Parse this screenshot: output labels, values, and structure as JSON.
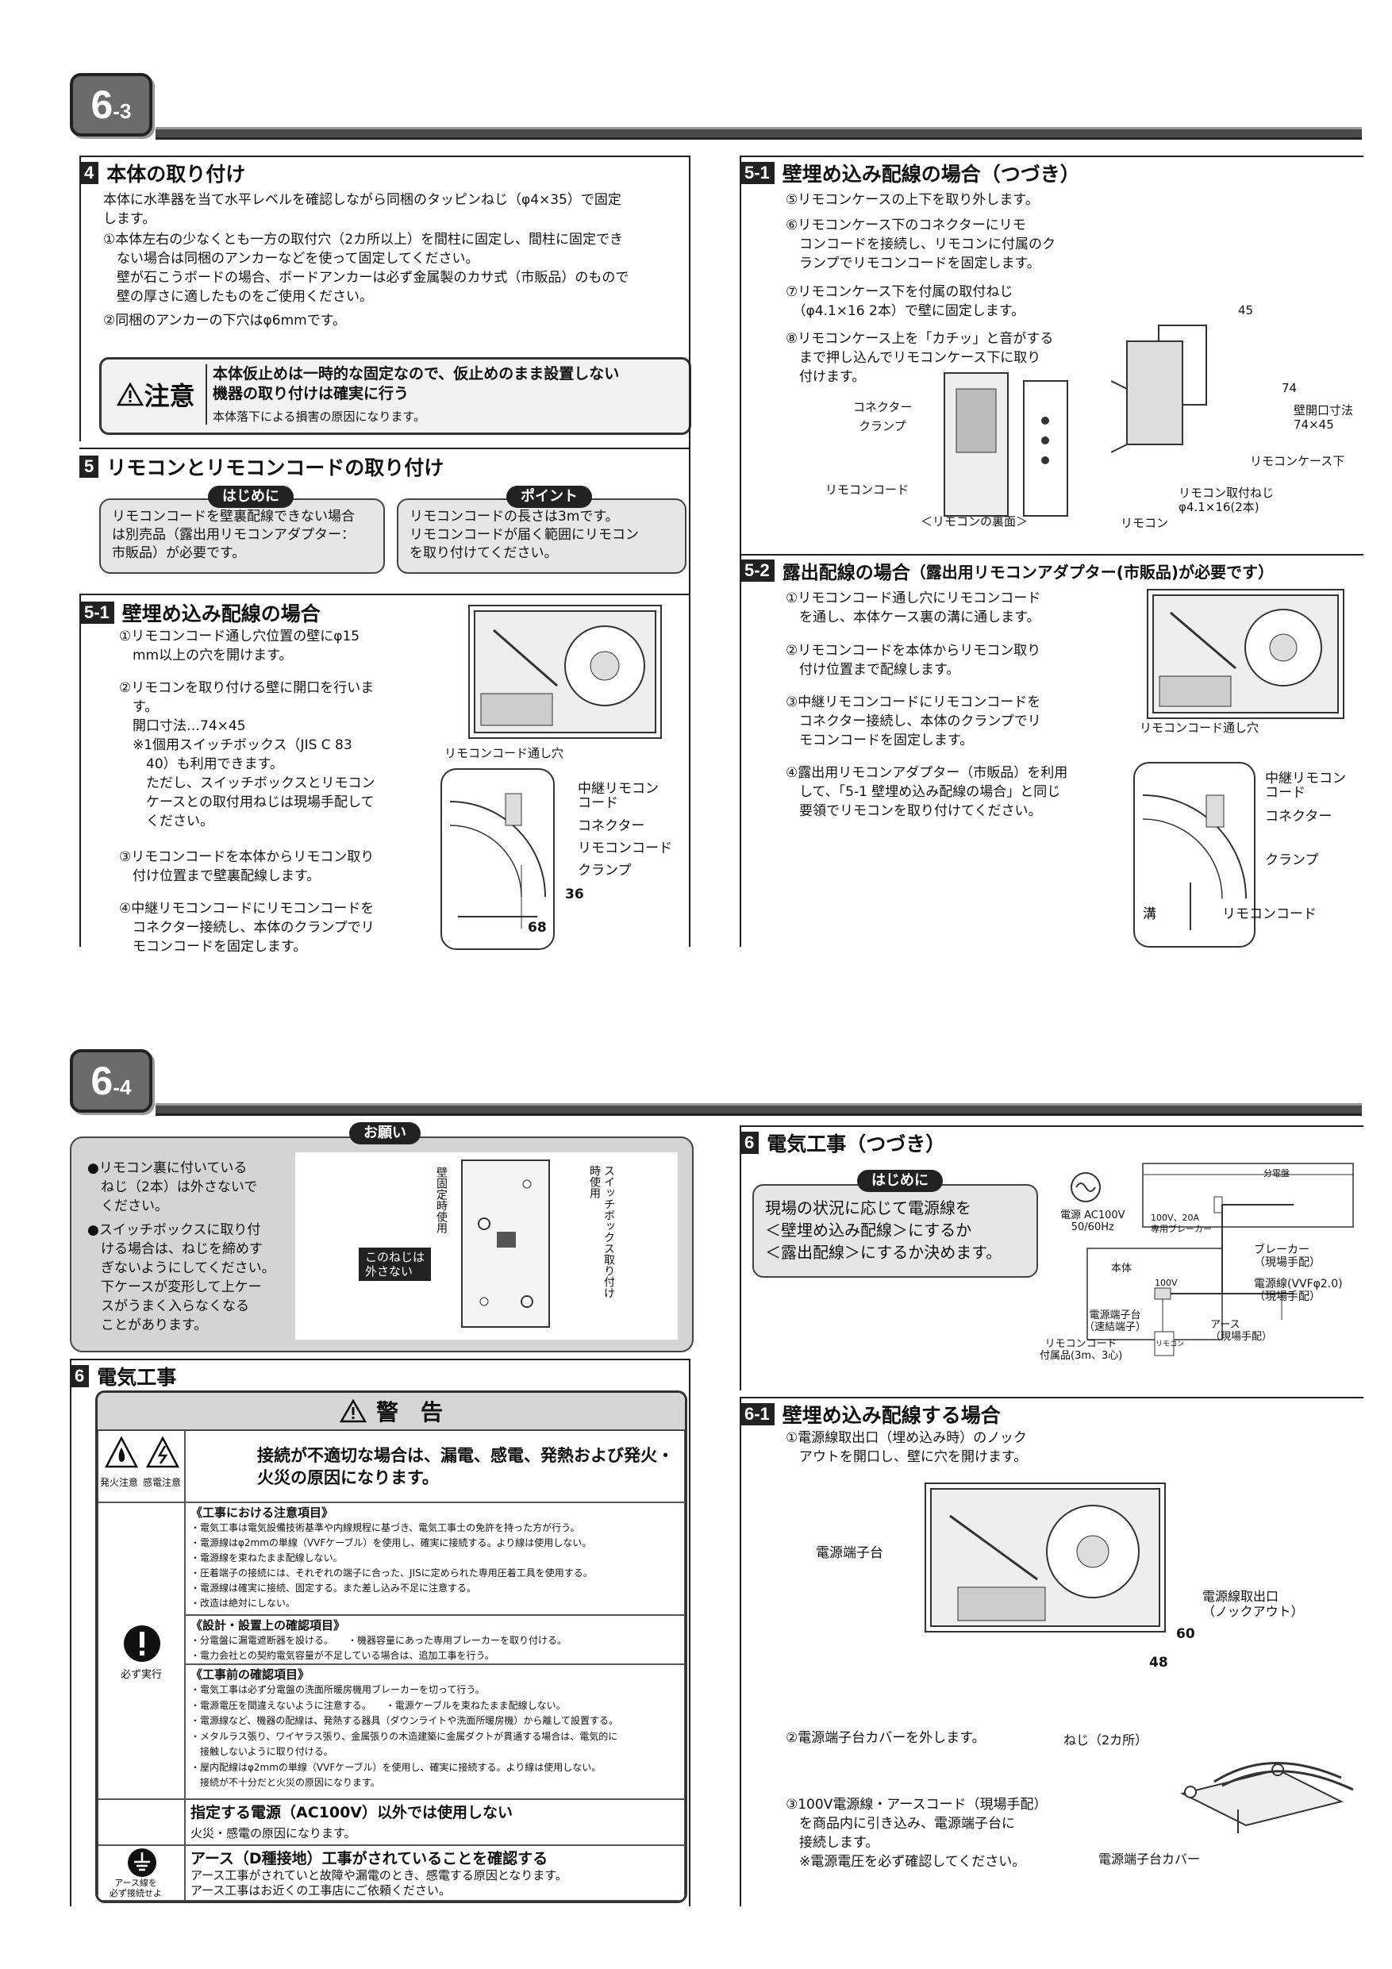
{
  "top": {
    "badge_main": "6",
    "badge_sub": "-3",
    "sec4": {
      "num": "4",
      "title": "本体の取り付け",
      "p1": "本体に水準器を当て水平レベルを確認しながら同梱のタッピンねじ（φ4×35）で固定\nします。",
      "p2": "①本体左右の少なくとも一方の取付穴（2カ所以上）を間柱に固定し、間柱に固定でき\n　ない場合は同梱のアンカーなどを使って固定してください。\n　壁が石こうボードの場合、ボードアンカーは必ず金属製のカサ式（市販品）のもので\n　壁の厚さに適したものをご使用ください。",
      "p3": "②同梱のアンカーの下穴はφ6mmです。",
      "caution_label": "注意",
      "caution_main": "本体仮止めは一時的な固定なので、仮止めのまま設置しない\n機器の取り付けは確実に行う",
      "caution_sub": "本体落下による損害の原因になります。"
    },
    "sec5": {
      "num": "5",
      "title": "リモコンとリモコンコードの取り付け",
      "hajime_label": "はじめに",
      "hajime_text": "リモコンコードを壁裏配線できない場合\nは別売品（露出用リモコンアダプター：\n市販品）が必要です。",
      "point_label": "ポイント",
      "point_text": "リモコンコードの長さは3mです。\nリモコンコードが届く範囲にリモコン\nを取り付けてください。"
    },
    "sec51": {
      "num": "5-1",
      "title": "壁埋め込み配線の場合",
      "s1": "①リモコンコード通し穴位置の壁にφ15\n　mm以上の穴を開けます。",
      "s2": "②リモコンを取り付ける壁に開口を行いま\n　す。\n　開口寸法…74×45\n　※1個用スイッチボックス（JIS C 83\n　　40）も利用できます。\n　　ただし、スイッチボックスとリモコン\n　　ケースとの取付用ねじは現場手配して\n　　ください。",
      "s3": "③リモコンコードを本体からリモコン取り\n　付け位置まで壁裏配線します。",
      "s4": "④中継リモコンコードにリモコンコードを\n　コネクター接続し、本体のクランプでリ\n　モコンコードを固定します。",
      "lbl_hole": "リモコンコード通し穴",
      "lbl_relay": "中継リモコン\nコード",
      "lbl_connector": "コネクター",
      "lbl_cord": "リモコンコード",
      "lbl_clamp": "クランプ",
      "dim_36": "36",
      "dim_68": "68"
    },
    "sec51b": {
      "num": "5-1",
      "title": "壁埋め込み配線の場合（つづき）",
      "s5": "⑤リモコンケースの上下を取り外します。",
      "s6": "⑥リモコンケース下のコネクターにリモ\n　コンコードを接続し、リモコンに付属のク\n　ランプでリモコンコードを固定します。",
      "s7": "⑦リモコンケース下を付属の取付ねじ\n　（φ4.1×16 2本）で壁に固定します。",
      "s8": "⑧リモコンケース上を「カチッ」と音がする\n　まで押し込んでリモコンケース下に取り\n　付けます。",
      "lbl_connector": "コネクター",
      "lbl_clamp": "クランプ",
      "lbl_cord": "リモコンコード",
      "lbl_back": "＜リモコンの裏面＞",
      "lbl_remote": "リモコン",
      "lbl_case_low": "リモコンケース下",
      "lbl_screw": "リモコン取付ねじ\nφ4.1×16(2本)",
      "lbl_opening": "壁開口寸法\n74×45",
      "dim_45": "45",
      "dim_74": "74"
    },
    "sec52": {
      "num": "5-2",
      "title": "露出配線の場合",
      "title_sub": "（露出用リモコンアダプター(市販品)が必要です）",
      "s1": "①リモコンコード通し穴にリモコンコード\n　を通し、本体ケース裏の溝に通します。",
      "s2": "②リモコンコードを本体からリモコン取り\n　付け位置まで配線します。",
      "s3": "③中継リモコンコードにリモコンコードを\n　コネクター接続し、本体のクランプでリ\n　モコンコードを固定します。",
      "s4": "④露出用リモコンアダプター（市販品）を利用\n　して、「5-1 壁埋め込み配線の場合」と同じ\n　要領でリモコンを取り付けてください。",
      "lbl_hole": "リモコンコード通し穴",
      "lbl_relay": "中継リモコン\nコード",
      "lbl_connector": "コネクター",
      "lbl_clamp": "クランプ",
      "lbl_groove": "溝",
      "lbl_cord": "リモコンコード"
    }
  },
  "bottom": {
    "badge_main": "6",
    "badge_sub": "-4",
    "onegai": {
      "label": "お願い",
      "b1": "●リモコン裏に付いている\n　ねじ（2本）は外さないで\n　ください。",
      "b2": "●スイッチボックスに取り付\n　ける場合は、ねじを締めす\n　ぎないようにしてください。\n　下ケースが変形して上ケー\n　スがうまく入らなくなる\n　ことがあります。",
      "lbl_wall": "壁固定時使用",
      "lbl_switchbox": "スイッチボックス取り付け時使用",
      "lbl_dont": "このねじは\n外さない"
    },
    "sec6": {
      "num": "6",
      "title": "電気工事",
      "warning_title": "警　告",
      "icon_fire": "発火注意",
      "icon_shock": "感電注意",
      "warn_main": "接続が不適切な場合は、漏電、感電、発熱および発火・\n火災の原因になります。",
      "g1_title": "《工事における注意項目》",
      "g1_text": "・電気工事は電気設備技術基準や内線規程に基づき、電気工事士の免許を持った方が行う。\n・電源線はφ2mmの単線（VVFケーブル）を使用し、確実に接続する。より線は使用しない。\n・電源線を束ねたまま配線しない。\n・圧着端子の接続には、それぞれの端子に合った、JISに定められた専用圧着工具を使用する。\n・電源線は確実に接続、固定する。また差し込み不足に注意する。\n・改造は絶対にしない。",
      "g2_title": "《設計・設置上の確認項目》",
      "g2_text": "・分電盤に漏電遮断器を設ける。　　・機器容量にあった専用ブレーカーを取り付ける。\n・電力会社との契約電気容量が不足している場合は、追加工事を行う。",
      "g3_title": "《工事前の確認項目》",
      "g3_text": "・電気工事は必ず分電盤の洗面所暖房機用ブレーカーを切って行う。\n・電源電圧を間違えないように注意する。　　・電源ケーブルを束ねたまま配線しない。\n・電源線など、機器の配線は、発熱する器具（ダウンライトや洗面所暖房機）から離して設置する。\n・メタルラス張り、ワイヤラス張り、金属張りの木造建築に金属ダクトが貫通する場合は、電気的に\n　接触しないように取り付ける。\n・屋内配線はφ2mmの単線（VVFケーブル）を使用し、確実に接続する。より線は使用しない。\n　接続が不十分だと火災の原因になります。",
      "icon_must": "必ず実行",
      "power_main": "指定する電源（AC100V）以外では使用しない",
      "power_sub": "火災・感電の原因になります。",
      "icon_earth": "アース線を\n必ず接続せよ",
      "earth_main": "アース（D種接地）工事がされていることを確認する",
      "earth_sub": "アース工事がされていと故障や漏電のとき、感電する原因となります。\nアース工事はお近くの工事店にご依頼ください。"
    },
    "sec6b": {
      "num": "6",
      "title": "電気工事（つづき）",
      "hajime_label": "はじめに",
      "hajime_text": "現場の状況に応じて電源線を\n＜壁埋め込み配線＞にするか\n＜露出配線＞にするか決めます。",
      "lbl_panel": "分電盤",
      "lbl_source": "電源 AC100V\n50/60Hz",
      "lbl_breaker_box": "100V、20A\n専用ブレーカー",
      "lbl_breaker": "ブレーカー\n（現場手配）",
      "lbl_body": "本体",
      "lbl_100v": "100V",
      "lbl_powerline": "電源線(VVFφ2.0)\n（現場手配）",
      "lbl_terminal": "電源端子台\n（速結端子）",
      "lbl_earth": "アース\n（現場手配）",
      "lbl_remotecord": "リモコンコード\n付属品(3m、3心)",
      "lbl_remote": "リモコン"
    },
    "sec61": {
      "num": "6-1",
      "title": "壁埋め込み配線する場合",
      "s1": "①電源線取出口（埋め込み時）のノック\n　アウトを開口し、壁に穴を開けます。",
      "lbl_terminal": "電源端子台",
      "lbl_knockout": "電源線取出口\n（ノックアウト）",
      "dim_60": "60",
      "dim_48": "48",
      "s2": "②電源端子台カバーを外します。",
      "lbl_screws": "ねじ（2カ所）",
      "s3": "③100V電源線・アースコード（現場手配）\n　を商品内に引き込み、電源端子台に\n　接続します。\n　※電源電圧を必ず確認してください。",
      "lbl_cover": "電源端子台カバー"
    }
  }
}
